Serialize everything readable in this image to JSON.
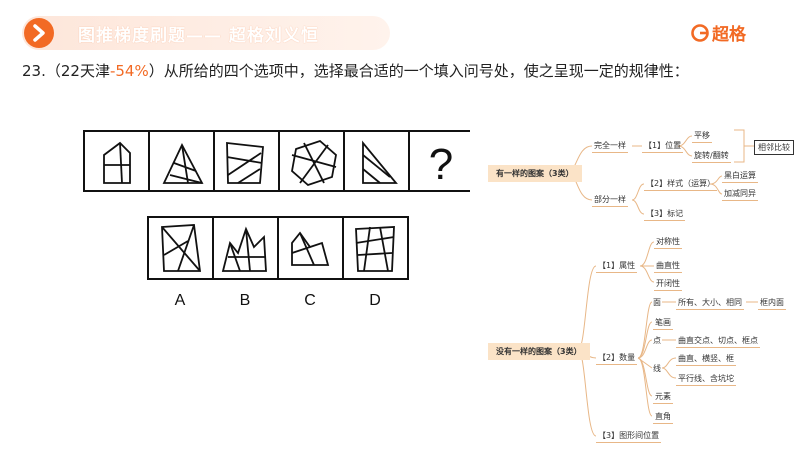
{
  "header": {
    "title": "图推梯度刷题—— 超格刘义恒",
    "logo_text": "超格",
    "accent_color": "#f26a24",
    "nav_icon": "chevron-right-icon"
  },
  "question": {
    "number": "23.",
    "source_prefix": "（22天津",
    "percent": "-54%",
    "source_suffix": "）",
    "text": "从所给的四个选项中，选择最合适的一个填入问号处，使之呈现一定的规律性："
  },
  "puzzle": {
    "question_mark": "?",
    "options": [
      "A",
      "B",
      "C",
      "D"
    ]
  },
  "mindmap": {
    "branch1": {
      "label": "有一样的图案（3类）",
      "sub1": {
        "label": "完全一样",
        "item": "【1】位置",
        "leaves": [
          "平移",
          "旋转/翻转"
        ],
        "side": "相邻比较"
      },
      "sub2": {
        "label": "部分一样",
        "item": "【2】样式（运算）",
        "leaves": [
          "黑白运算",
          "加减同异"
        ]
      },
      "item3": "【3】标记"
    },
    "branch2": {
      "label": "没有一样的图案（3类）",
      "attr": {
        "label": "【1】属性",
        "leaves": [
          "对称性",
          "曲直性",
          "开闭性"
        ]
      },
      "count": {
        "label": "【2】数量",
        "face": "面",
        "face_items": "所有、大小、相同",
        "face_tail": "框内面",
        "stroke": "笔画",
        "point": "点",
        "point_items": "曲直交点、切点、框点",
        "line": "线",
        "line_items": [
          "曲直、横竖、框",
          "平行线、含坑坨"
        ],
        "element": "元素",
        "angle": "直角"
      },
      "relation": "【3】图形间位置"
    }
  }
}
